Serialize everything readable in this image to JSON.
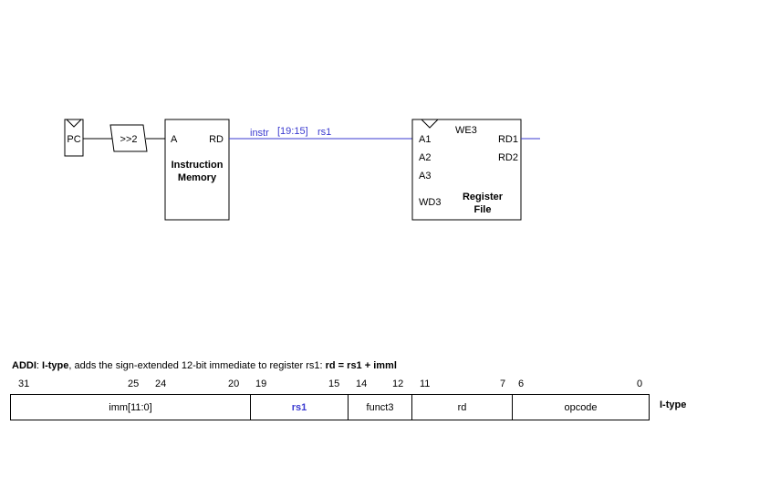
{
  "diagram": {
    "pc_label": "PC",
    "shift_label": ">>2",
    "imem": {
      "port_a": "A",
      "port_rd": "RD",
      "title_line1": "Instruction",
      "title_line2": "Memory"
    },
    "wire_labels": {
      "instr": "instr",
      "bits": "[19:15]",
      "rs1": "rs1"
    },
    "regfile": {
      "we3": "WE3",
      "a1": "A1",
      "a2": "A2",
      "a3": "A3",
      "wd3": "WD3",
      "rd1": "RD1",
      "rd2": "RD2",
      "title_line1": "Register",
      "title_line2": "File"
    },
    "colors": {
      "highlight": "#3a3ad0",
      "line": "#000000"
    }
  },
  "instruction": {
    "name": "ADDI",
    "type": "I-type",
    "desc_mid": ", adds the sign-extended 12-bit immediate to register rs1: ",
    "formula": "rd = rs1 + imml"
  },
  "encoding": {
    "bit_numbers": [
      "31",
      "25",
      "24",
      "20",
      "19",
      "15",
      "14",
      "12",
      "11",
      "7",
      "6",
      "0"
    ],
    "fields": [
      {
        "name": "imm[11:0]",
        "highlight": false
      },
      {
        "name": "rs1",
        "highlight": true
      },
      {
        "name": "funct3",
        "highlight": false
      },
      {
        "name": "rd",
        "highlight": false
      },
      {
        "name": "opcode",
        "highlight": false
      }
    ],
    "format_label": "I-type"
  }
}
